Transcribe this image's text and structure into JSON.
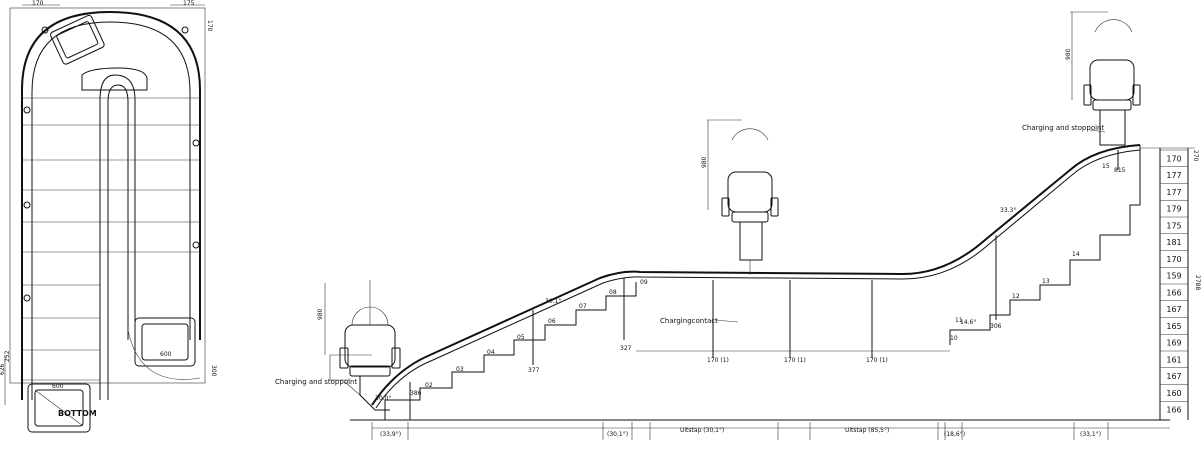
{
  "plan_view": {
    "title": "BOTTOM",
    "dims_top": [
      "170",
      "175"
    ],
    "dims_right": [
      "170",
      "300"
    ],
    "dims_left": [
      "252",
      "626"
    ],
    "chair_widths": [
      "600",
      "600"
    ]
  },
  "elevation": {
    "labels": {
      "charging_stop_bottom": "Charging and stoppoint",
      "charging_contact": "Chargingcontact",
      "charging_stop_top": "Charging and stoppoint"
    },
    "chair_heights": [
      "980",
      "980",
      "980"
    ],
    "angles": [
      "30.0°",
      "30.1°",
      "14.6°",
      "33.3°"
    ],
    "post_labels": [
      "386",
      "377",
      "327",
      "306",
      "815"
    ],
    "rail_segments": [
      "170 (1)",
      "170 (1)",
      "170 (1)"
    ],
    "step_numbers": [
      "02",
      "03",
      "04",
      "05",
      "06",
      "07",
      "08",
      "09",
      "10",
      "11",
      "12",
      "13",
      "14",
      "15"
    ],
    "top_dim": "270",
    "right_column": [
      "170",
      "177",
      "177",
      "179",
      "175",
      "181",
      "170",
      "159",
      "166",
      "167",
      "165",
      "169",
      "161",
      "167",
      "160",
      "166"
    ],
    "right_total": "2788",
    "bottom_dims": [
      "(33,9°)",
      "(30,1°)",
      "Uitstap (30,1°)",
      "Uitstap (85,5°)",
      "(18,6°)",
      "(33,1°)"
    ]
  }
}
